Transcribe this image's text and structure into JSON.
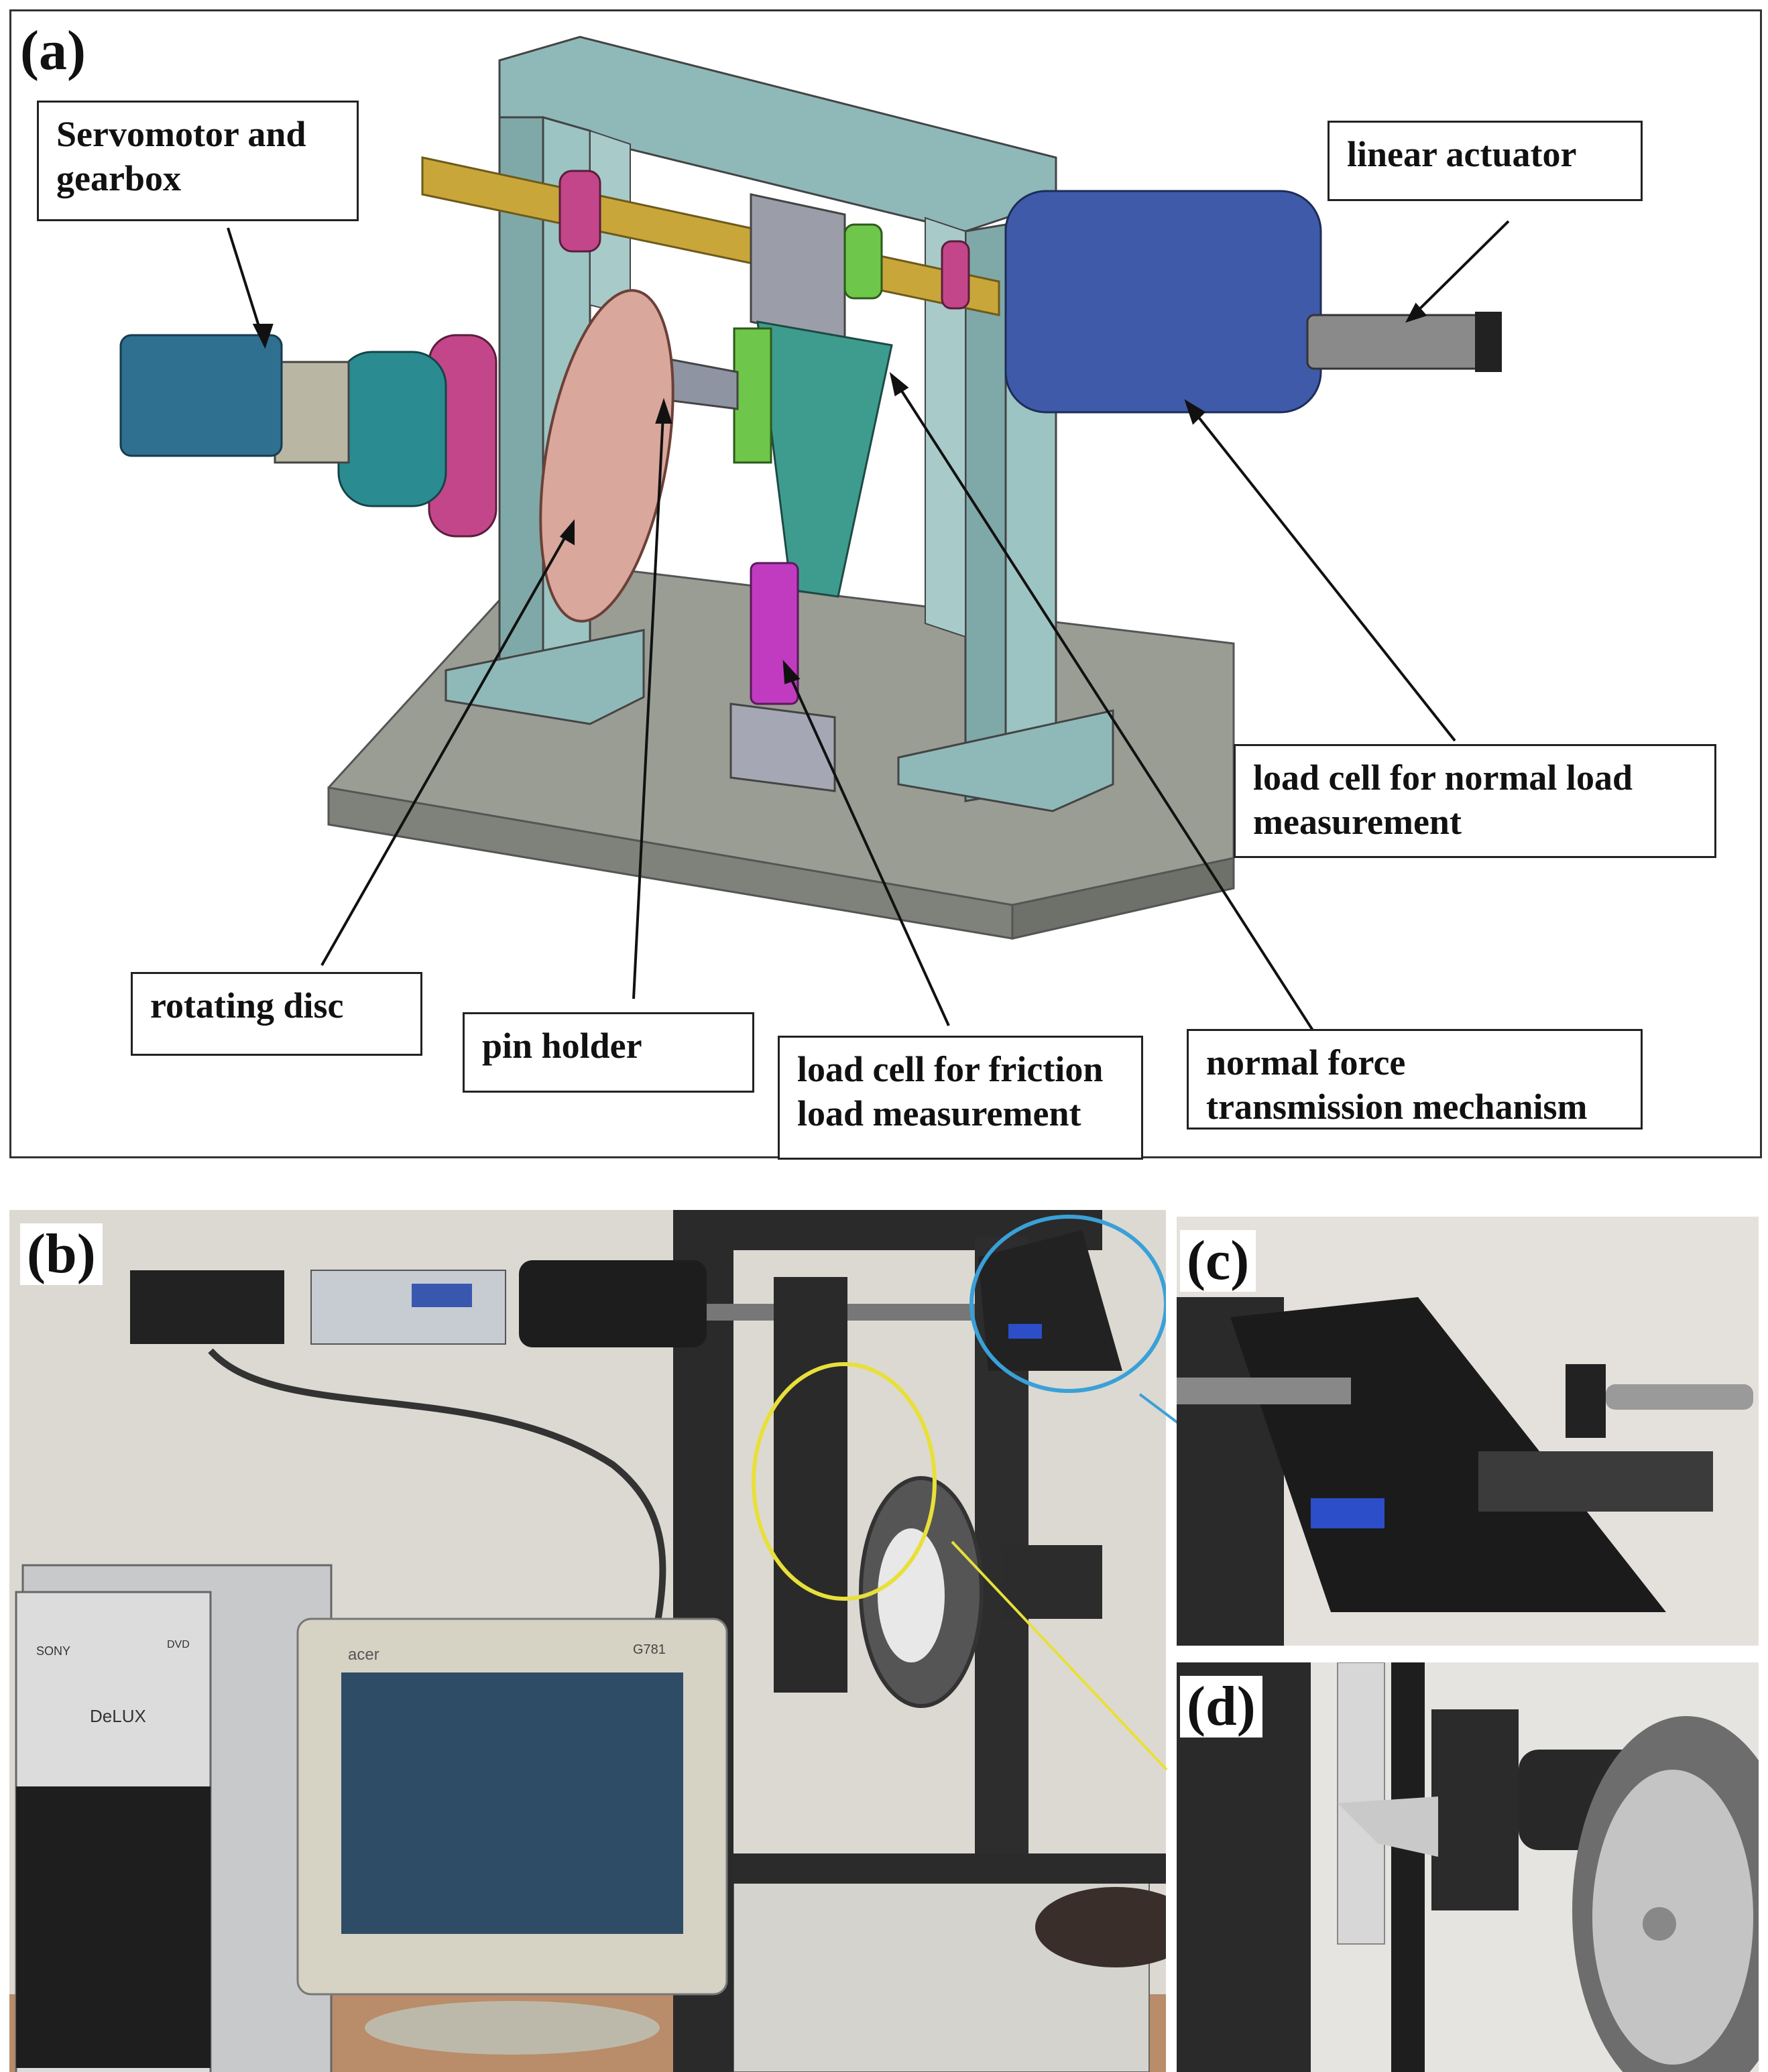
{
  "panels": {
    "a": {
      "label": "(a)"
    },
    "b": {
      "label": "(b)"
    },
    "c": {
      "label": "(c)"
    },
    "d": {
      "label": "(d)"
    }
  },
  "callouts": {
    "servomotor": "Servomotor and\n gearbox",
    "linear_actuator": "linear actuator",
    "load_cell_normal": "load cell for normal load\n measurement",
    "rotating_disc": "rotating disc",
    "pin_holder": "pin holder",
    "load_cell_friction": "load cell for friction\nload measurement",
    "normal_force": "normal force\ntransmission mechanism"
  },
  "photo_text": {
    "pc_brand": "SONY",
    "pc_drive": "DVD",
    "pc_model": "DeLUX",
    "monitor_brand": "acer",
    "monitor_model": "G781"
  },
  "colors": {
    "frame": "#8fb9b8",
    "base_plate": "#9a9d94",
    "shaft": "#c9a63a",
    "actuator": "#3f5aa8",
    "disc": "#d9a79b",
    "motor": "#2f6f8f",
    "pink_parts": "#c4468a",
    "magenta_load_cell": "#c03bc0",
    "green_parts": "#6ec64a",
    "blue_circle": "#3aa0d8",
    "yellow_circle": "#e8e03a"
  }
}
